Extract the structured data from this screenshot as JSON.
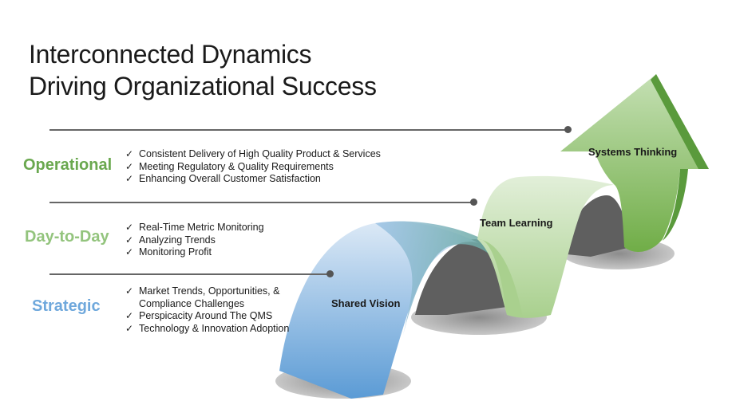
{
  "title": {
    "line1": "Interconnected Dynamics",
    "line2": "Driving Organizational Success"
  },
  "levels": [
    {
      "name": "Operational",
      "color": "#6aa84f",
      "items": [
        "Consistent Delivery of High Quality Product & Services",
        "Meeting Regulatory & Quality Requirements",
        "Enhancing Overall Customer Satisfaction"
      ]
    },
    {
      "name": "Day-to-Day",
      "color": "#93c47d",
      "items": [
        "Real-Time Metric Monitoring",
        "Analyzing Trends",
        "Monitoring Profit"
      ]
    },
    {
      "name": "Strategic",
      "color": "#6fa8dc",
      "items": [
        "Market Trends, Opportunities, & Compliance Challenges",
        "Perspicacity Around The QMS",
        "Technology & Innovation Adoption"
      ]
    }
  ],
  "stages": {
    "shared_vision": "Shared Vision",
    "team_learning": "Team Learning",
    "systems_thinking": "Systems Thinking"
  },
  "colors": {
    "line": "#666666",
    "shadow": "#a6a6a6",
    "blue_ribbon": "#9fc5e8",
    "light_green": "#b6d7a8",
    "green": "#6aa84f"
  }
}
